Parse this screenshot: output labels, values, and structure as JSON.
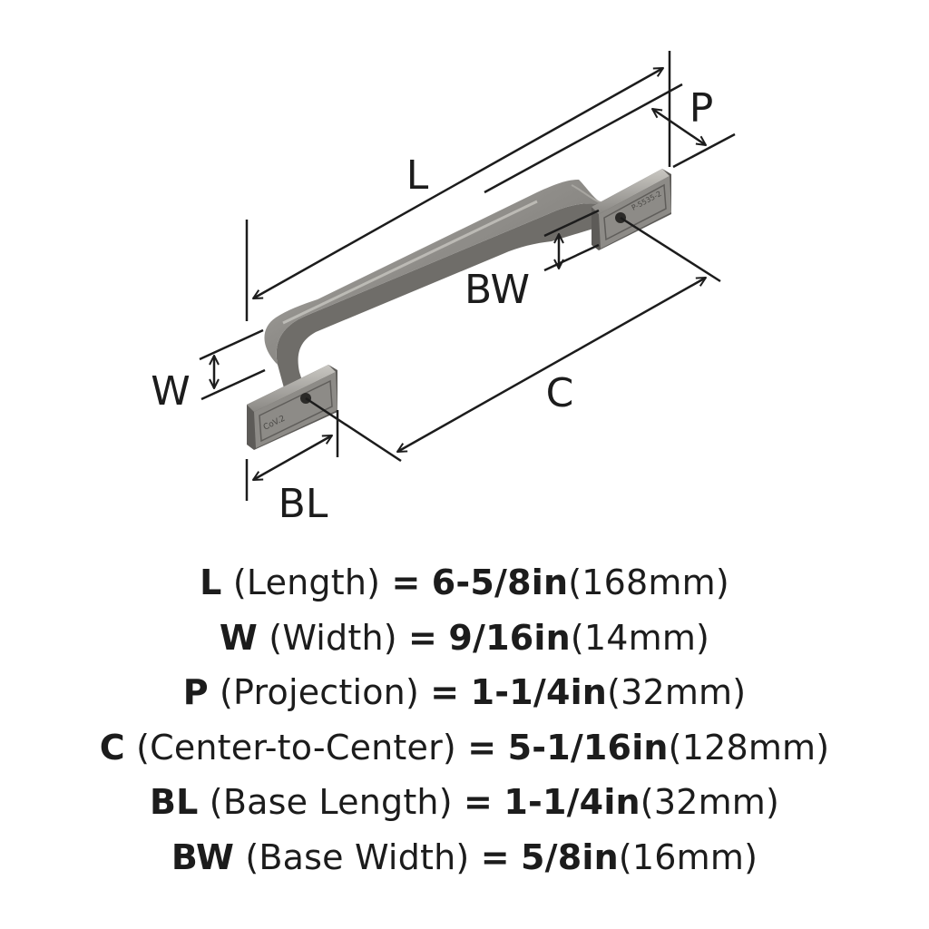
{
  "diagram": {
    "labels": {
      "L": "L",
      "P": "P",
      "BW": "BW",
      "W": "W",
      "C": "C",
      "BL": "BL"
    },
    "part_markings": {
      "left": [
        "CoV.2"
      ],
      "right": "P-5535-2"
    }
  },
  "specs": [
    {
      "code": "L",
      "name": "(Length)",
      "eq": "=",
      "imperial": "6-5/8in",
      "metric": "(168mm)"
    },
    {
      "code": "W",
      "name": "(Width)",
      "eq": "=",
      "imperial": "9/16in",
      "metric": "(14mm)"
    },
    {
      "code": "P",
      "name": "(Projection)",
      "eq": "=",
      "imperial": "1-1/4in",
      "metric": "(32mm)"
    },
    {
      "code": "C",
      "name": "(Center-to-Center)",
      "eq": "=",
      "imperial": "5-1/16in",
      "metric": "(128mm)"
    },
    {
      "code": "BL",
      "name": "(Base Length)",
      "eq": "=",
      "imperial": "1-1/4in",
      "metric": "(32mm)"
    },
    {
      "code": "BW",
      "name": "(Base Width)",
      "eq": "=",
      "imperial": "5/8in",
      "metric": "(16mm)"
    }
  ]
}
